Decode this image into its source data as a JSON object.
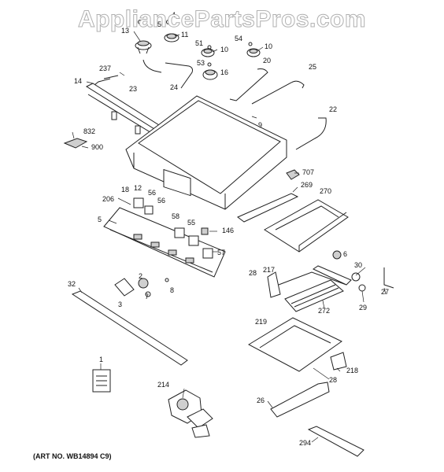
{
  "watermark": "AppliancePartsPros.com",
  "art_number": "(ART NO. WB14894 C9)",
  "callouts": [
    {
      "id": "c13",
      "text": "13"
    },
    {
      "id": "c50",
      "text": "50"
    },
    {
      "id": "c4",
      "text": "4"
    },
    {
      "id": "c11",
      "text": "11"
    },
    {
      "id": "c51",
      "text": "51"
    },
    {
      "id": "c10a",
      "text": "10"
    },
    {
      "id": "c54",
      "text": "54"
    },
    {
      "id": "c10b",
      "text": "10"
    },
    {
      "id": "c237",
      "text": "237"
    },
    {
      "id": "c53",
      "text": "53"
    },
    {
      "id": "c20",
      "text": "20"
    },
    {
      "id": "c16",
      "text": "16"
    },
    {
      "id": "c25",
      "text": "25"
    },
    {
      "id": "c23",
      "text": "23"
    },
    {
      "id": "c14",
      "text": "14"
    },
    {
      "id": "c24",
      "text": "24"
    },
    {
      "id": "c22",
      "text": "22"
    },
    {
      "id": "c9",
      "text": "9"
    },
    {
      "id": "c832",
      "text": "832"
    },
    {
      "id": "c900",
      "text": "900"
    },
    {
      "id": "c707",
      "text": "707"
    },
    {
      "id": "c18",
      "text": "18"
    },
    {
      "id": "c12",
      "text": "12"
    },
    {
      "id": "c269",
      "text": "269"
    },
    {
      "id": "c206",
      "text": "206"
    },
    {
      "id": "c56a",
      "text": "56"
    },
    {
      "id": "c270",
      "text": "270"
    },
    {
      "id": "c56b",
      "text": "56"
    },
    {
      "id": "c5",
      "text": "5"
    },
    {
      "id": "c58",
      "text": "58"
    },
    {
      "id": "c55",
      "text": "55"
    },
    {
      "id": "c146",
      "text": "146"
    },
    {
      "id": "c57",
      "text": "57"
    },
    {
      "id": "c6",
      "text": "6"
    },
    {
      "id": "c30",
      "text": "30"
    },
    {
      "id": "c217",
      "text": "217"
    },
    {
      "id": "c28a",
      "text": "28"
    },
    {
      "id": "c32",
      "text": "32"
    },
    {
      "id": "c2",
      "text": "2"
    },
    {
      "id": "c7",
      "text": "7"
    },
    {
      "id": "c8",
      "text": "8"
    },
    {
      "id": "c27",
      "text": "27"
    },
    {
      "id": "c3",
      "text": "3"
    },
    {
      "id": "c29",
      "text": "29"
    },
    {
      "id": "c272",
      "text": "272"
    },
    {
      "id": "c219",
      "text": "219"
    },
    {
      "id": "c1",
      "text": "1"
    },
    {
      "id": "c218",
      "text": "218"
    },
    {
      "id": "c28b",
      "text": "28"
    },
    {
      "id": "c214",
      "text": "214"
    },
    {
      "id": "c26",
      "text": "26"
    },
    {
      "id": "c294",
      "text": "294"
    }
  ]
}
